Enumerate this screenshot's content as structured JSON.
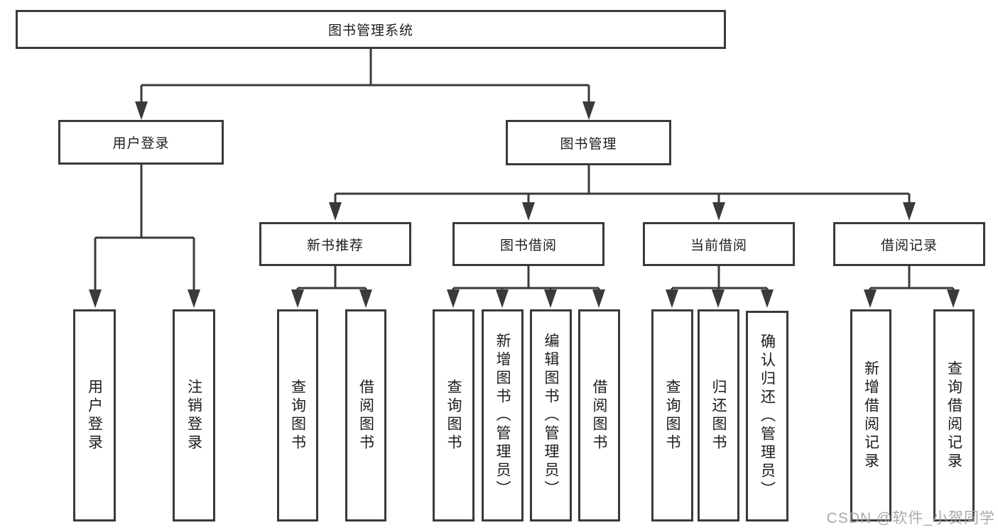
{
  "diagram": {
    "root": {
      "label": "图书管理系统"
    },
    "level2": [
      {
        "label": "用户登录"
      },
      {
        "label": "图书管理"
      }
    ],
    "level3": [
      {
        "label": "新书推荐"
      },
      {
        "label": "图书借阅"
      },
      {
        "label": "当前借阅"
      },
      {
        "label": "借阅记录"
      }
    ],
    "leaves": {
      "login": [
        "用户登录",
        "注销登录"
      ],
      "newbook": [
        "查询图书",
        "借阅图书"
      ],
      "borrow": [
        "查询图书",
        "新增图书（管理员）",
        "编辑图书（管理员）",
        "借阅图书"
      ],
      "current": [
        "查询图书",
        "归还图书",
        "确认归还（管理员）"
      ],
      "records": [
        "新增借阅记录",
        "查询借阅记录"
      ]
    }
  },
  "watermark": {
    "text": "CSDN @软件_小贺同学"
  },
  "colors": {
    "line": "#3a3a3a",
    "border": "#3a3a3a",
    "text": "#1c1c1c",
    "watermark": "#a3a3a3",
    "background": "#ffffff"
  }
}
